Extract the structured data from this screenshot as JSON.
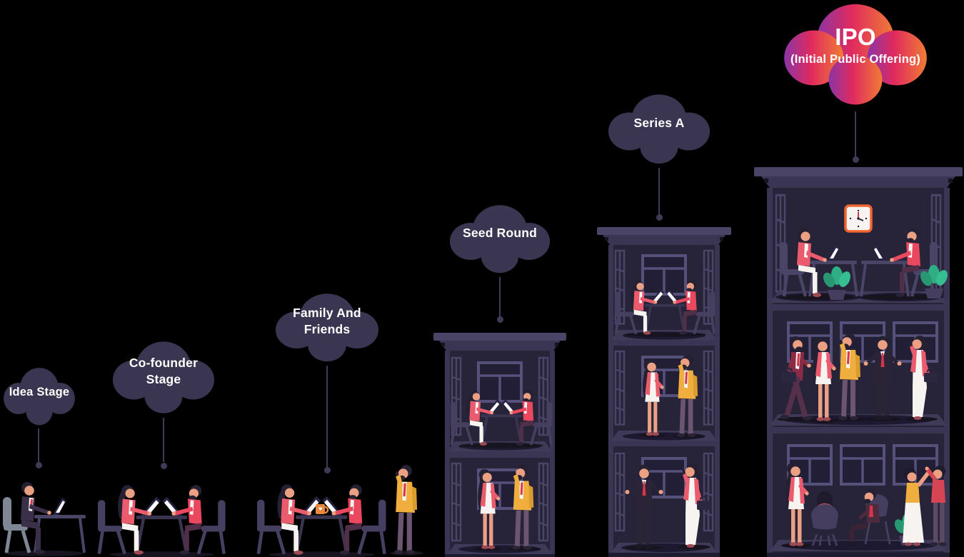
{
  "diagram": {
    "name": "startup-funding-growth-stages",
    "background": "#000000"
  },
  "colors": {
    "cloud_dark": "#3a3550",
    "cloud_text": "#ffffff",
    "ipo_gradient": [
      "#8b35a6",
      "#e02a5e",
      "#f07c35"
    ],
    "connector": "#3f3a58",
    "building_frame": "#3a3553",
    "building_cornice": "#4a4466",
    "building_wall": "#272339",
    "accent_pink": "#ea5b6e",
    "accent_red": "#e9485e",
    "accent_yellow": "#f0ae3f",
    "tie_red": "#d6354b",
    "suit_dark": "#2b2436",
    "white_cloth": "#f6f3f1",
    "skin": "#eba083",
    "plant_green": "#2fae85"
  },
  "stages": [
    {
      "label": "Idea Stage",
      "cloud_style": "dark",
      "illustration": "founder-working-alone-at-desk"
    },
    {
      "label": "Co-founder Stage",
      "cloud_style": "dark",
      "illustration": "two-founders-at-table-with-laptops"
    },
    {
      "label": "Family And Friends",
      "cloud_style": "dark",
      "illustration": "founders-at-table-plus-supporter-on-phone"
    },
    {
      "label": "Seed Round",
      "cloud_style": "dark",
      "illustration": "two-storey-office-building-with-team"
    },
    {
      "label": "Series A",
      "cloud_style": "dark",
      "illustration": "three-storey-office-building-with-team"
    },
    {
      "label": "IPO",
      "sublabel": "(Initial Public Offering)",
      "cloud_style": "gradient",
      "illustration": "large-three-storey-office-building-with-full-team"
    }
  ]
}
